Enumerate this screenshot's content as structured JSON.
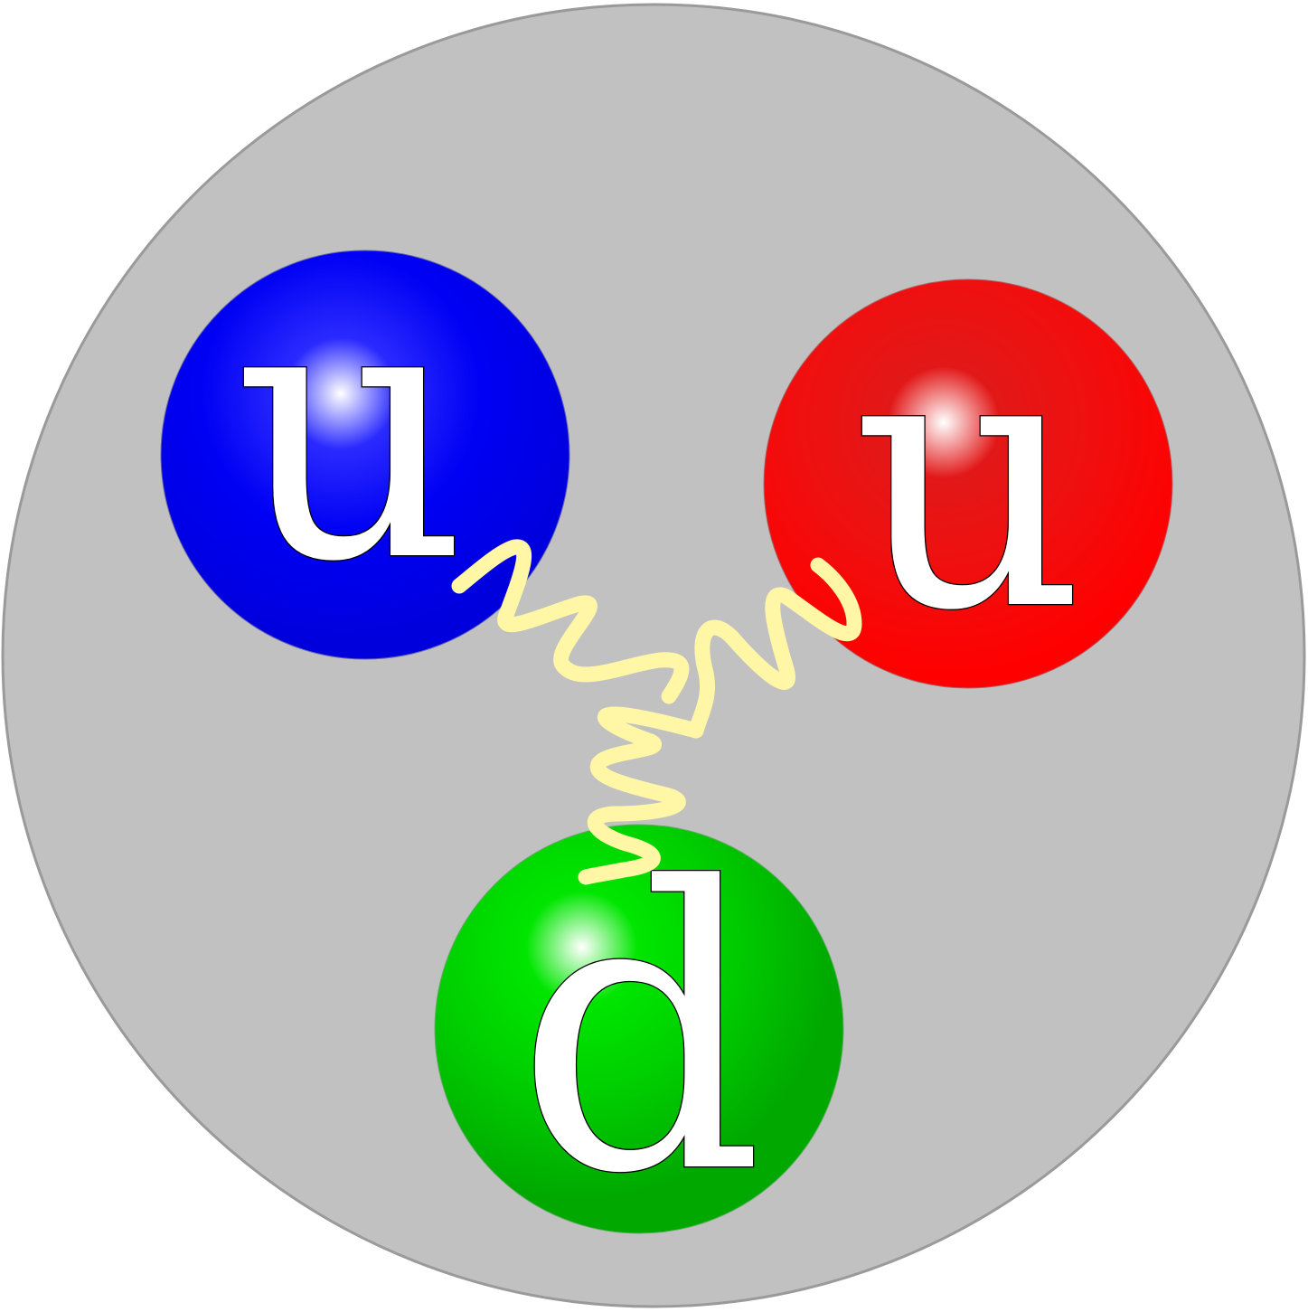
{
  "colors": {
    "background": "#ffffff",
    "hadron_fill": "#c1c1c1",
    "hadron_stroke": "#9a9a9a",
    "gluon": "#fff6a6",
    "letter_fill": "#ffffff",
    "letter_stroke": "#000000"
  },
  "quarks": [
    {
      "id": "u-blue",
      "label": "u",
      "color": "#0000f0",
      "highlight": "#ffffff"
    },
    {
      "id": "u-red",
      "label": "u",
      "color": "#f20000",
      "highlight": "#ffffff"
    },
    {
      "id": "d-green",
      "label": "d",
      "color": "#00c800",
      "highlight": "#ffffff"
    }
  ],
  "gluons": [
    {
      "from": "u-blue",
      "to": "center"
    },
    {
      "from": "u-red",
      "to": "center"
    },
    {
      "from": "d-green",
      "to": "center"
    }
  ]
}
